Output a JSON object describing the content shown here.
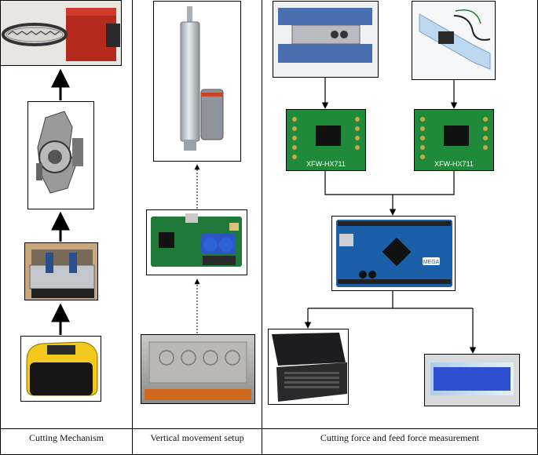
{
  "columns": [
    {
      "caption": "Cutting Mechanism"
    },
    {
      "caption": "Vertical movement setup"
    },
    {
      "caption": "Cutting force and feed force measurement"
    }
  ],
  "labels": {
    "hx711_left": "XFW-HX711",
    "hx711_right": "XFW-HX711",
    "arduino_text": "MEGA"
  },
  "colors": {
    "pcb_green": "#1f8a3a",
    "arduino_blue": "#1a5fa8",
    "cutter_red": "#b52a1e",
    "drill_yellow": "#f2c81c",
    "steel_blue": "#4a6fb0"
  }
}
